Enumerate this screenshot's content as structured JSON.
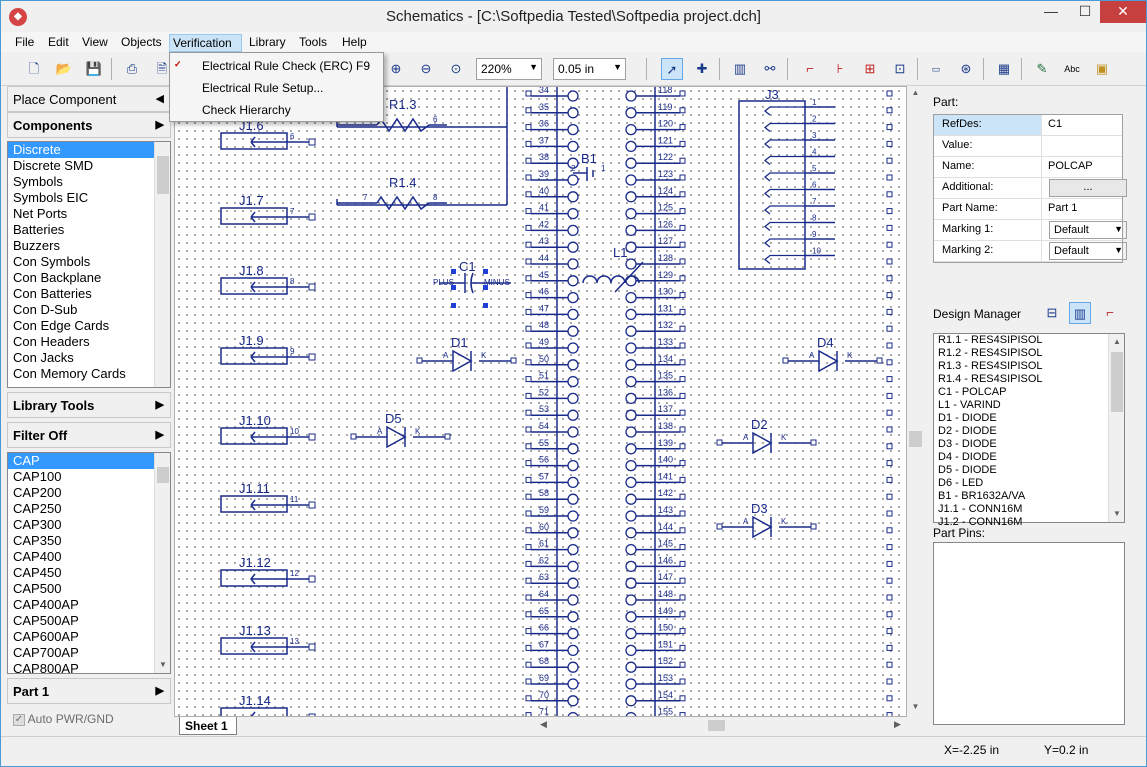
{
  "window": {
    "title": "Schematics - [C:\\Softpedia Tested\\Softpedia project.dch]",
    "min": "—",
    "max": "☐",
    "close": "✕"
  },
  "menu": [
    "File",
    "Edit",
    "View",
    "Objects",
    "Verification",
    "Library",
    "Tools",
    "Help"
  ],
  "verification_menu": {
    "items": [
      {
        "label": "Electrical Rule Check (ERC)",
        "shortcut": "F9"
      },
      {
        "label": "Electrical Rule Setup..."
      },
      {
        "label": "Check Hierarchy"
      }
    ]
  },
  "toolbar": {
    "zoom": "220%",
    "grid": "0.05 in",
    "text_tool": "Abc"
  },
  "left": {
    "place_component": "Place Component",
    "components": "Components",
    "categories": [
      "Discrete",
      "Discrete SMD",
      "Symbols",
      "Symbols EIC",
      "Net Ports",
      "Batteries",
      "Buzzers",
      "Con Symbols",
      "Con Backplane",
      "Con Batteries",
      "Con D-Sub",
      "Con Edge Cards",
      "Con Headers",
      "Con Jacks",
      "Con Memory Cards"
    ],
    "library_tools": "Library Tools",
    "filter": "Filter Off",
    "parts": [
      "CAP",
      "CAP100",
      "CAP200",
      "CAP250",
      "CAP300",
      "CAP350",
      "CAP400",
      "CAP450",
      "CAP500",
      "CAP400AP",
      "CAP500AP",
      "CAP600AP",
      "CAP700AP",
      "CAP800AP"
    ],
    "part_selector": "Part 1",
    "auto_pwr": "Auto PWR/GND"
  },
  "sheet_tab": "Sheet 1",
  "part_panel": {
    "title": "Part:",
    "rows": [
      {
        "key": "RefDes:",
        "value": "C1"
      },
      {
        "key": "Value:",
        "value": ""
      },
      {
        "key": "Name:",
        "value": "POLCAP"
      },
      {
        "key": "Additional:",
        "value": "..."
      },
      {
        "key": "Part Name:",
        "value": "Part 1"
      },
      {
        "key": "Marking 1:",
        "value": "Default"
      },
      {
        "key": "Marking 2:",
        "value": "Default"
      }
    ]
  },
  "design_manager": {
    "title": "Design Manager",
    "items": [
      "R1.1 - RES4SIPISOL",
      "R1.2 - RES4SIPISOL",
      "R1.3 - RES4SIPISOL",
      "R1.4 - RES4SIPISOL",
      "C1 - POLCAP",
      "L1 - VARIND",
      "D1 - DIODE",
      "D2 - DIODE",
      "D3 - DIODE",
      "D4 - DIODE",
      "D5 - DIODE",
      "D6 - LED",
      "B1 - BR1632A/VA",
      "J1.1 - CONN16M",
      "J1.2 - CONN16M"
    ]
  },
  "part_pins": "Part Pins:",
  "status": {
    "x": "X=-2.25 in",
    "y": "Y=0.2 in"
  },
  "schematic": {
    "connectors": [
      "J1.6",
      "J1.7",
      "J1.8",
      "J1.9",
      "J1.10",
      "J1.11",
      "J1.12",
      "J1.13",
      "J1.14"
    ],
    "connector_pins": [
      "6",
      "7",
      "8",
      "9",
      "10",
      "11",
      "12",
      "13",
      ""
    ],
    "resistors": [
      "R1.3",
      "R1.4"
    ],
    "resistor_pins": [
      "6",
      "7",
      "8"
    ],
    "cap": {
      "ref": "C1",
      "plus": "PLUS",
      "minus": "MINUS"
    },
    "inductor": "L1",
    "battery": "B1",
    "battery_pins": [
      "2",
      "1"
    ],
    "diodes": [
      "D1",
      "D2",
      "D3",
      "D4",
      "D5"
    ],
    "diode_pins": [
      "A",
      "K"
    ],
    "j3": {
      "ref": "J3",
      "pins": [
        "1",
        "2",
        "3",
        "4",
        "5",
        "6",
        "7",
        "8",
        "9",
        "10"
      ]
    },
    "bus_left": [
      "34",
      "35",
      "36",
      "37",
      "38",
      "39",
      "40",
      "41",
      "42",
      "43",
      "44",
      "45",
      "46",
      "47",
      "48",
      "49",
      "50",
      "51",
      "52",
      "53",
      "54",
      "55",
      "56",
      "57",
      "58",
      "59",
      "60",
      "61",
      "62",
      "63",
      "64",
      "65",
      "66",
      "67",
      "68",
      "69",
      "70",
      "71"
    ],
    "bus_right": [
      "118",
      "119",
      "120",
      "121",
      "122",
      "123",
      "124",
      "125",
      "126",
      "127",
      "128",
      "129",
      "130",
      "131",
      "132",
      "133",
      "134",
      "135",
      "136",
      "137",
      "138",
      "139",
      "140",
      "141",
      "142",
      "143",
      "144",
      "145",
      "146",
      "147",
      "148",
      "149",
      "150",
      "151",
      "152",
      "153",
      "154",
      "155"
    ]
  }
}
